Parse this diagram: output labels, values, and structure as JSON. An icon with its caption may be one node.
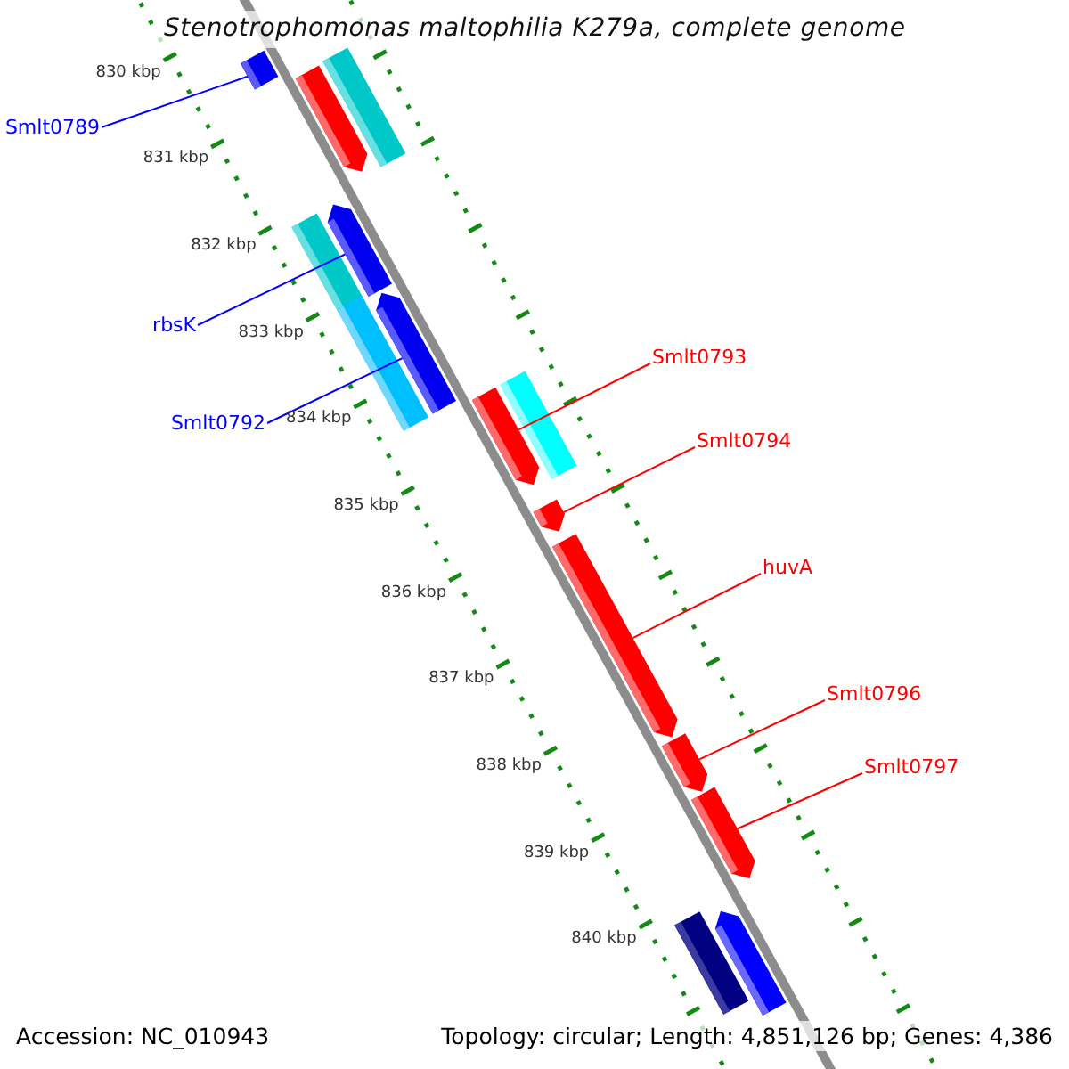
{
  "diagram": {
    "title": "Stenotrophomonas maltophilia K279a, complete genome",
    "nodes": [
      {
        "text": [],
        "shape": "box"
      },
      {
        "text": [
          "Smlt0789"
        ]
      },
      {
        "text": [],
        "shape": "arrow"
      },
      {
        "text": [],
        "shape": "box"
      },
      {
        "text": [],
        "shape": "box"
      },
      {
        "text": [],
        "shape": "arrow"
      },
      {
        "text": [
          "rbsK"
        ]
      },
      {
        "text": [],
        "shape": "box"
      },
      {
        "text": [],
        "shape": "arrow"
      },
      {
        "text": [
          "Smlt0792"
        ]
      },
      {
        "text": [
          "Smlt0793"
        ]
      },
      {
        "text": [],
        "shape": "arrow"
      },
      {
        "text": [],
        "shape": "box"
      },
      {
        "text": [
          "Smlt0794"
        ]
      },
      {
        "text": [],
        "shape": "arrow"
      },
      {
        "text": [
          "huvA"
        ]
      },
      {
        "text": [],
        "shape": "arrow"
      },
      {
        "text": [
          "Smlt0796"
        ]
      },
      {
        "text": [],
        "shape": "arrow"
      },
      {
        "text": [
          "Smlt0797"
        ]
      },
      {
        "text": [],
        "shape": "arrow"
      },
      {
        "text": [],
        "shape": "box"
      },
      {
        "text": [],
        "shape": "arrow"
      }
    ],
    "edges": [
      {
        "from": 1,
        "to": 0,
        "arrow": "none",
        "color": "#0000ff"
      },
      {
        "from": 6,
        "to": 5,
        "arrow": "none",
        "color": "#0000ff"
      },
      {
        "from": 9,
        "to": 8,
        "arrow": "none",
        "color": "#0000ff"
      },
      {
        "from": 10,
        "to": 11,
        "arrow": "none"
      },
      {
        "from": 13,
        "to": 14,
        "arrow": "none"
      },
      {
        "from": 15,
        "to": 16,
        "arrow": "none"
      },
      {
        "from": 17,
        "to": 18,
        "arrow": "none"
      },
      {
        "from": 19,
        "to": 20,
        "arrow": "none"
      }
    ],
    "labels": [
      "830 kbp",
      "831 kbp",
      "832 kbp",
      "833 kbp",
      "834 kbp",
      "835 kbp",
      "836 kbp",
      "837 kbp",
      "838 kbp",
      "839 kbp",
      "840 kbp",
      "Accession: NC_010943",
      "Topology: circular; Length: 4,851,126 bp; Genes: 4,386"
    ]
  }
}
